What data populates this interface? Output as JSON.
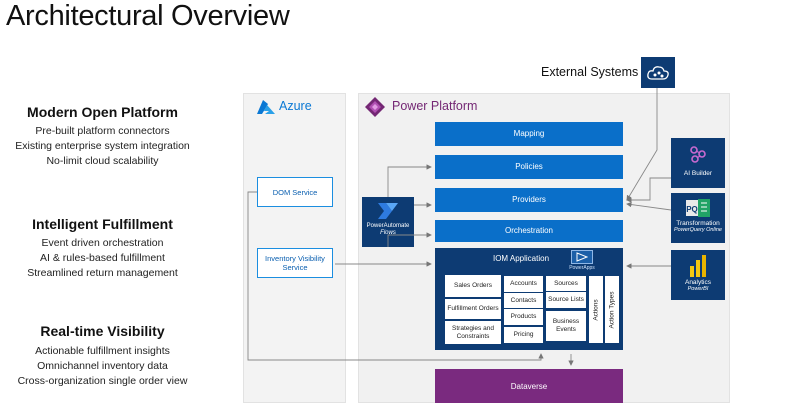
{
  "title": "Architectural Overview",
  "features": [
    {
      "title": "Modern Open Platform",
      "lines": [
        "Pre-built platform connectors",
        "Existing enterprise system integration",
        "No-limit cloud scalability"
      ]
    },
    {
      "title": "Intelligent Fulfillment",
      "lines": [
        "Event driven orchestration",
        "AI & rules-based fulfillment",
        "Streamlined return management"
      ]
    },
    {
      "title": "Real-time Visibility",
      "lines": [
        "Actionable fulfillment insights",
        "Omnichannel inventory data",
        "Cross-organization single order view"
      ]
    }
  ],
  "external_systems": "External Systems",
  "azure": {
    "label": "Azure",
    "dom_service": "DOM Service",
    "inventory_service": "Inventory Visibility Service"
  },
  "power_platform": {
    "label": "Power Platform",
    "layers": [
      "Mapping",
      "Policies",
      "Providers",
      "Orchestration"
    ],
    "iom_application": "IOM Application",
    "powerapps_label": "PowerApps",
    "power_automate": {
      "name": "PowerAutomate",
      "sub": "Flows"
    },
    "iom_col1": [
      "Sales Orders",
      "Fulfillment Orders",
      "Strategies and Constraints"
    ],
    "iom_col2": [
      "Accounts",
      "Contacts",
      "Products",
      "Pricing"
    ],
    "iom_col3": [
      "Sources",
      "Source Lists",
      "Business Events"
    ],
    "actions": "Actions",
    "action_types": "Action Types",
    "dataverse": "Dataverse"
  },
  "right_tiles": {
    "ai_builder": "AI Builder",
    "transformation": {
      "name": "Transformation",
      "sub": "PowerQuery Online"
    },
    "analytics": {
      "name": "Analytics",
      "sub": "PowerBI"
    }
  },
  "colors": {
    "layer_blue": "#0a6fc9",
    "navy": "#0d3b73",
    "dataverse_purple": "#7a2a7f",
    "azure_blue": "#0a78d4",
    "power_platform_purple": "#742774"
  }
}
